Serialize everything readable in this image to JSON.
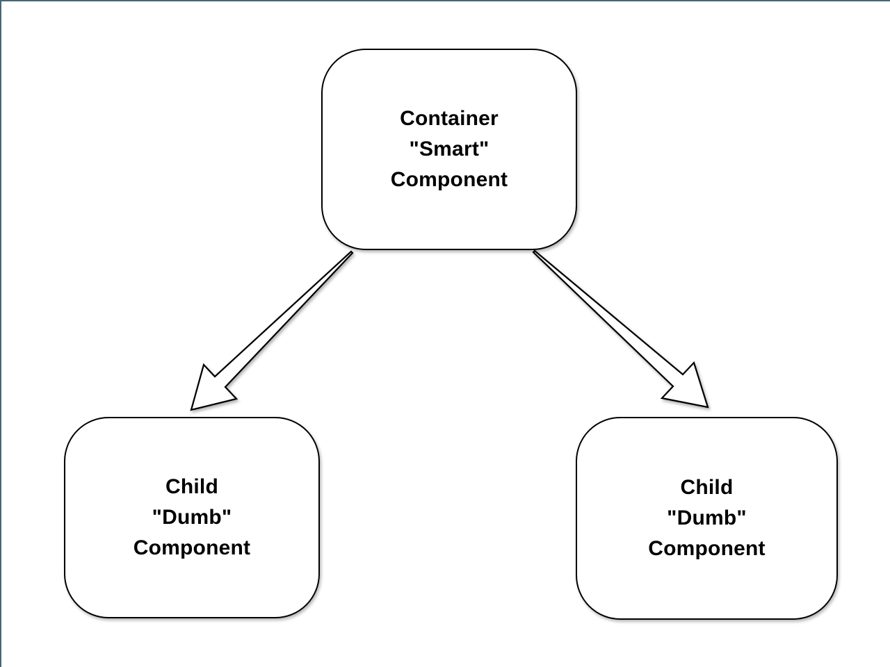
{
  "diagram": {
    "nodes": [
      {
        "id": "container-smart",
        "lines": [
          "Container",
          "\"Smart\"",
          "Component"
        ]
      },
      {
        "id": "child-dumb-left",
        "lines": [
          "Child",
          "\"Dumb\"",
          "Component"
        ]
      },
      {
        "id": "child-dumb-right",
        "lines": [
          "Child",
          "\"Dumb\"",
          "Component"
        ]
      }
    ],
    "edges": [
      {
        "from": "container-smart",
        "to": "child-dumb-left"
      },
      {
        "from": "container-smart",
        "to": "child-dumb-right"
      }
    ],
    "colors": {
      "background": "#ffffff",
      "node_fill": "#ffffff",
      "node_border": "#000000",
      "text": "#000000",
      "frame_border": "#4e646f"
    }
  }
}
